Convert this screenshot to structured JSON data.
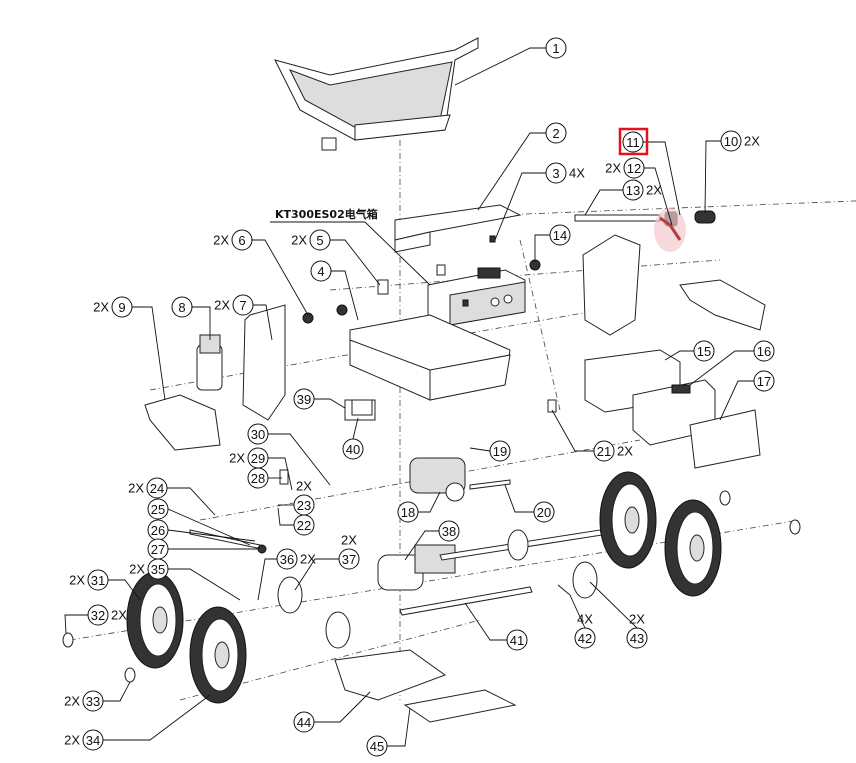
{
  "diagram": {
    "type": "exploded-parts-diagram",
    "assembly_label": "KT300ES02电气箱",
    "highlighted_callout": "11",
    "highlight_color": "#e3121b",
    "callouts": [
      {
        "id": "1",
        "qty": ""
      },
      {
        "id": "2",
        "qty": ""
      },
      {
        "id": "3",
        "qty": "4X"
      },
      {
        "id": "4",
        "qty": ""
      },
      {
        "id": "5",
        "qty": "2X"
      },
      {
        "id": "6",
        "qty": "2X"
      },
      {
        "id": "7",
        "qty": "2X"
      },
      {
        "id": "8",
        "qty": ""
      },
      {
        "id": "9",
        "qty": "2X"
      },
      {
        "id": "10",
        "qty": "2X"
      },
      {
        "id": "11",
        "qty": ""
      },
      {
        "id": "12",
        "qty": "2X"
      },
      {
        "id": "13",
        "qty": "2X"
      },
      {
        "id": "14",
        "qty": ""
      },
      {
        "id": "15",
        "qty": ""
      },
      {
        "id": "16",
        "qty": ""
      },
      {
        "id": "17",
        "qty": ""
      },
      {
        "id": "18",
        "qty": ""
      },
      {
        "id": "19",
        "qty": ""
      },
      {
        "id": "20",
        "qty": ""
      },
      {
        "id": "21",
        "qty": "2X"
      },
      {
        "id": "22",
        "qty": ""
      },
      {
        "id": "23",
        "qty": "2X"
      },
      {
        "id": "24",
        "qty": "2X"
      },
      {
        "id": "25",
        "qty": ""
      },
      {
        "id": "26",
        "qty": ""
      },
      {
        "id": "27",
        "qty": ""
      },
      {
        "id": "28",
        "qty": ""
      },
      {
        "id": "29",
        "qty": "2X"
      },
      {
        "id": "30",
        "qty": ""
      },
      {
        "id": "31",
        "qty": "2X"
      },
      {
        "id": "32",
        "qty": "2X"
      },
      {
        "id": "33",
        "qty": "2X"
      },
      {
        "id": "34",
        "qty": "2X"
      },
      {
        "id": "35",
        "qty": "2X"
      },
      {
        "id": "36",
        "qty": "2X"
      },
      {
        "id": "37",
        "qty": "2X"
      },
      {
        "id": "38",
        "qty": ""
      },
      {
        "id": "39",
        "qty": ""
      },
      {
        "id": "40",
        "qty": ""
      },
      {
        "id": "41",
        "qty": ""
      },
      {
        "id": "42",
        "qty": "4X"
      },
      {
        "id": "43",
        "qty": "2X"
      },
      {
        "id": "44",
        "qty": ""
      },
      {
        "id": "45",
        "qty": ""
      }
    ]
  }
}
